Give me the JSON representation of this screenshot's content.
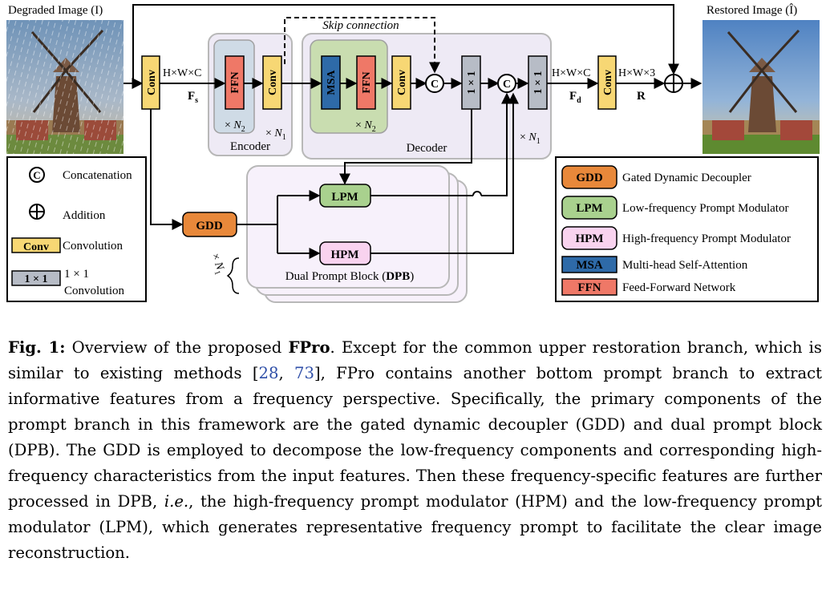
{
  "diagram": {
    "input_label": "Degraded Image (I)",
    "output_label": "Restored Image (Î)",
    "skip_label": "Skip connection",
    "blocks": {
      "conv": "Conv",
      "ffn": "FFN",
      "msa": "MSA",
      "one_by_one": "1 × 1",
      "gdd": "GDD",
      "lpm": "LPM",
      "hpm": "HPM"
    },
    "dims": {
      "hwc_in": "H×W×C",
      "hwc_out": "H×W×C",
      "hw3": "H×W×3"
    },
    "symbols": {
      "fs": "Fs",
      "fd": "Fd",
      "r": "R",
      "concat": "C",
      "n2": "× N2",
      "n1": "× N1"
    },
    "group_labels": {
      "encoder": "Encoder",
      "decoder": "Decoder",
      "dpb": "Dual Prompt Block (DPB)"
    },
    "legend_left": [
      {
        "symbol": "C",
        "label": "Concatenation"
      },
      {
        "symbol": "⊕",
        "label": "Addition"
      },
      {
        "symbol": "Conv",
        "label": "Convolution"
      },
      {
        "symbol": "1 × 1",
        "label": "1 × 1 Convolution"
      }
    ],
    "legend_right": [
      {
        "key": "GDD",
        "label": "Gated Dynamic Decoupler",
        "color": "#e8883a"
      },
      {
        "key": "LPM",
        "label": "Low-frequency Prompt Modulator",
        "color": "#a9d18e"
      },
      {
        "key": "HPM",
        "label": "High-frequency Prompt Modulator",
        "color": "#f9d3ef"
      },
      {
        "key": "MSA",
        "label": "Multi-head  Self-Attention",
        "color": "#2e6aa8"
      },
      {
        "key": "FFN",
        "label": "Feed-Forward Network",
        "color": "#ef7867"
      }
    ],
    "colors": {
      "conv": "#f7d774",
      "ffn": "#ef7867",
      "msa": "#2e6aa8",
      "one_by_one": "#b7bcc6",
      "gdd": "#e8883a",
      "lpm": "#a9d18e",
      "hpm": "#f9d3ef",
      "encoder_bg": "#eeeaf5",
      "decoder_bg": "#eeeaf5",
      "dpb_bg": "#f7f1fb",
      "ffn_group_bg": "#cfdbe6",
      "msa_group_bg": "#c9ddb0"
    }
  },
  "caption": {
    "fig_label": "Fig. 1:",
    "t1": " Overview of the proposed ",
    "name": "FPro",
    "t2": ". Except for the common upper restoration branch, which is similar to existing methods [",
    "cite1": "28",
    "sep": ", ",
    "cite2": "73",
    "t3": "], FPro contains another bottom prompt branch to extract informative features from a frequency perspective. Specifically, the primary components of the prompt branch in this framework are the gated dynamic decoupler (GDD) and dual prompt block (DPB). The GDD is employed to decompose the low-frequency components and corresponding high-frequency characteristics from the input features. Then these frequency-specific features are further processed in DPB, ",
    "ie": "i.e.",
    "t4": ", the high-frequency prompt modulator (HPM) and the low-frequency prompt modulator (LPM), which generates representative frequency prompt to facilitate the clear image reconstruction."
  }
}
